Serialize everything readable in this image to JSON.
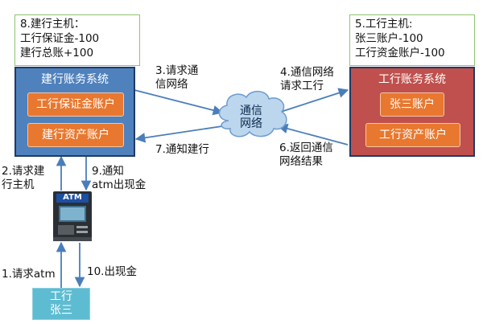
{
  "ccb_host_note": {
    "lines": [
      "8.建行主机：",
      "工行保证金-100",
      "建行总账+100"
    ]
  },
  "icbc_host_note": {
    "lines": [
      "5.工行主机:",
      "张三账户-100",
      "工行资金账户-100"
    ]
  },
  "ccb_system": {
    "title": "建行账务系统",
    "accounts": [
      "工行保证金账户",
      "建行资产账户"
    ]
  },
  "icbc_system": {
    "title": "工行账务系统",
    "accounts": [
      "张三账户",
      "工行资产账户"
    ]
  },
  "network": {
    "label_line1": "通信",
    "label_line2": "网络"
  },
  "atm": {
    "label": "ATM"
  },
  "person": {
    "line1": "工行",
    "line2": "张三"
  },
  "steps": {
    "s1": "1.请求atm",
    "s2_line1": "2.请求建",
    "s2_line2": "行主机",
    "s3_line1": "3.请求通",
    "s3_line2": "信网络",
    "s4_line1": "4.通信网络",
    "s4_line2": "请求工行",
    "s6_line1": "6.返回通信",
    "s6_line2": "网络结果",
    "s7": "7.通知建行",
    "s9_line1": "9.通知",
    "s9_line2": "atm出现金",
    "s10": "10.出现金"
  },
  "colors": {
    "ccb_blue": "#4f81bd",
    "icbc_red": "#c0504d",
    "account_orange": "#e8782f",
    "arrow_blue": "#4a7ebb",
    "note_border_green": "#8fc46e",
    "person_teal": "#5dbcd2"
  }
}
